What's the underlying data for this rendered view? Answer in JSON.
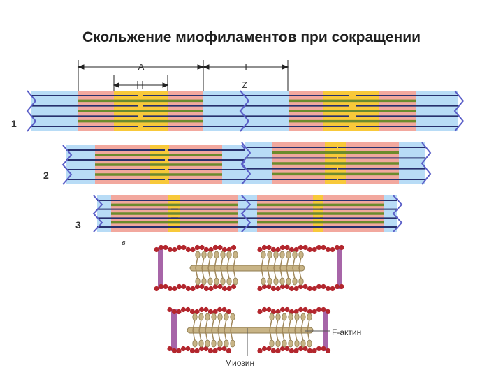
{
  "slide_title": "Скольжение миофиламентов при сокращении",
  "dimension_labels": {
    "a_band": "A",
    "i_band": "I",
    "z_line": "Z"
  },
  "row_labels": [
    "1",
    "2",
    "3"
  ],
  "panel_label": "в",
  "filament_labels": {
    "actin": "F-актин",
    "myosin": "Миозин"
  },
  "colors": {
    "i_band": "#b8dcf6",
    "a_band_overlap": "#f2a89e",
    "h_zone": "#f8c93a",
    "thin_filament": "#27306d",
    "thick_filament": "#6c8b2c",
    "z_line": "#5b5fc8",
    "actin_bead": "#b3262d",
    "z_disc": "#a765a8",
    "myosin_rod": "#c8b486"
  }
}
